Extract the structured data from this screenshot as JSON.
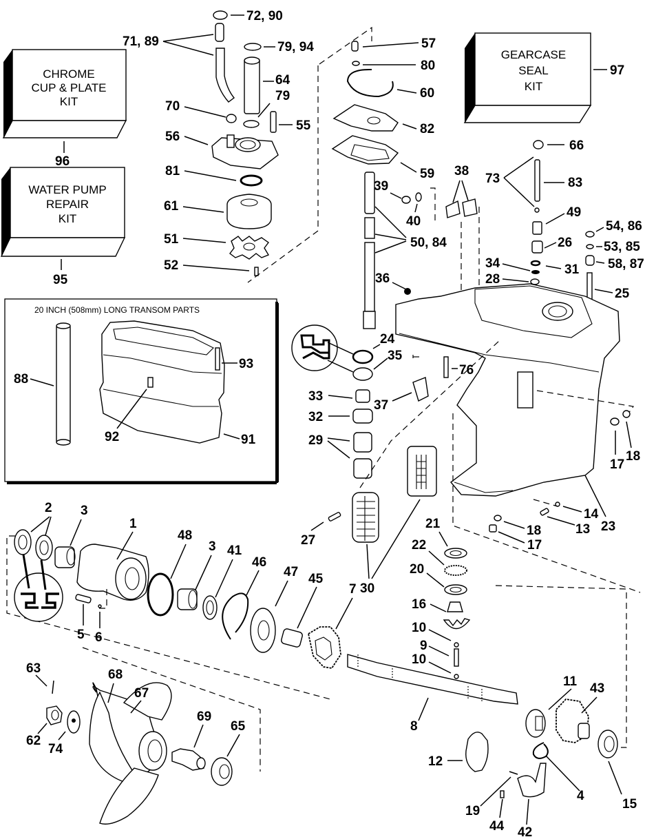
{
  "diagram": {
    "title": "Gearcase exploded parts diagram",
    "kits": [
      {
        "id": "chrome-kit",
        "lines": [
          "CHROME",
          "CUP & PLATE",
          "KIT"
        ],
        "number": "96"
      },
      {
        "id": "water-pump-kit",
        "lines": [
          "WATER PUMP",
          "REPAIR",
          "KIT"
        ],
        "number": "95"
      },
      {
        "id": "gearcase-seal-kit",
        "lines": [
          "GEARCASE",
          "SEAL",
          "KIT"
        ],
        "number": "97"
      }
    ],
    "transom_inset": {
      "title": "20 INCH (508mm) LONG TRANSOM PARTS",
      "labels": [
        "88",
        "93",
        "92",
        "91"
      ]
    },
    "callouts": {
      "c72_90": "72, 90",
      "c71_89": "71, 89",
      "c79_94": "79, 94",
      "c64": "64",
      "c79": "79",
      "c70": "70",
      "c55": "55",
      "c56": "56",
      "c81": "81",
      "c61": "61",
      "c51": "51",
      "c52": "52",
      "c57": "57",
      "c80": "80",
      "c60": "60",
      "c82": "82",
      "c59": "59",
      "c38": "38",
      "c39": "39",
      "c40": "40",
      "c50_84": "50, 84",
      "c36": "36",
      "c66": "66",
      "c73": "73",
      "c83": "83",
      "c49": "49",
      "c54_86": "54, 86",
      "c26": "26",
      "c53_85": "53, 85",
      "c34": "34",
      "c31": "31",
      "c58_87": "58, 87",
      "c28": "28",
      "c25": "25",
      "c24": "24",
      "c35": "35",
      "c76": "76",
      "c33": "33",
      "c37": "37",
      "c32": "32",
      "c29": "29",
      "c17a": "17",
      "c18a": "18",
      "c23": "23",
      "c14": "14",
      "c18b": "18",
      "c13": "13",
      "c17b": "17",
      "c27": "27",
      "c30": "30",
      "c21": "21",
      "c22": "22",
      "c20": "20",
      "c16": "16",
      "c10a": "10",
      "c9": "9",
      "c10b": "10",
      "c2": "2",
      "c3a": "3",
      "c1": "1",
      "c48": "48",
      "c3b": "3",
      "c41": "41",
      "c46": "46",
      "c47": "47",
      "c45": "45",
      "c7": "7",
      "c5": "5",
      "c6": "6",
      "c63": "63",
      "c68": "68",
      "c67": "67",
      "c62": "62",
      "c74": "74",
      "c69": "69",
      "c65": "65",
      "c8": "8",
      "c11": "11",
      "c43": "43",
      "c12": "12",
      "c4": "4",
      "c15": "15",
      "c19": "19",
      "c44": "44",
      "c42": "42"
    }
  }
}
